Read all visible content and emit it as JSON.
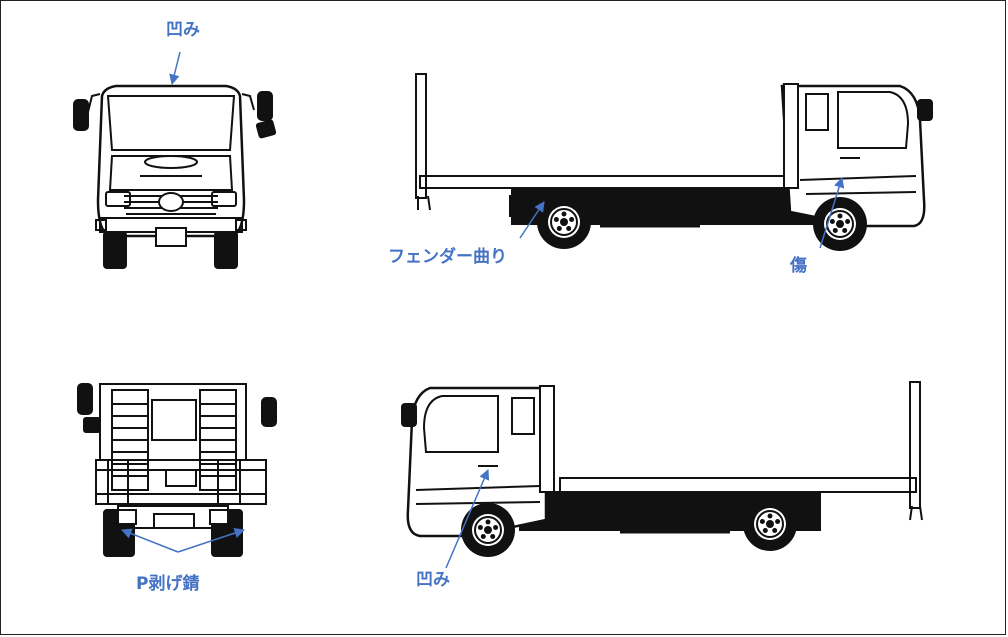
{
  "colors": {
    "label": "#4472C4",
    "ink": "#111111",
    "paper": "#ffffff"
  },
  "annotations": [
    {
      "id": "front-dent",
      "text": "凹み",
      "view": "front"
    },
    {
      "id": "right-fender-bend",
      "text": "フェンダー曲り",
      "view": "right-side"
    },
    {
      "id": "right-door-scratch",
      "text": "傷",
      "view": "right-side"
    },
    {
      "id": "rear-paint-peel-rust",
      "text": "P剥げ錆",
      "view": "rear"
    },
    {
      "id": "left-door-dent",
      "text": "凹み",
      "view": "left-side"
    }
  ]
}
